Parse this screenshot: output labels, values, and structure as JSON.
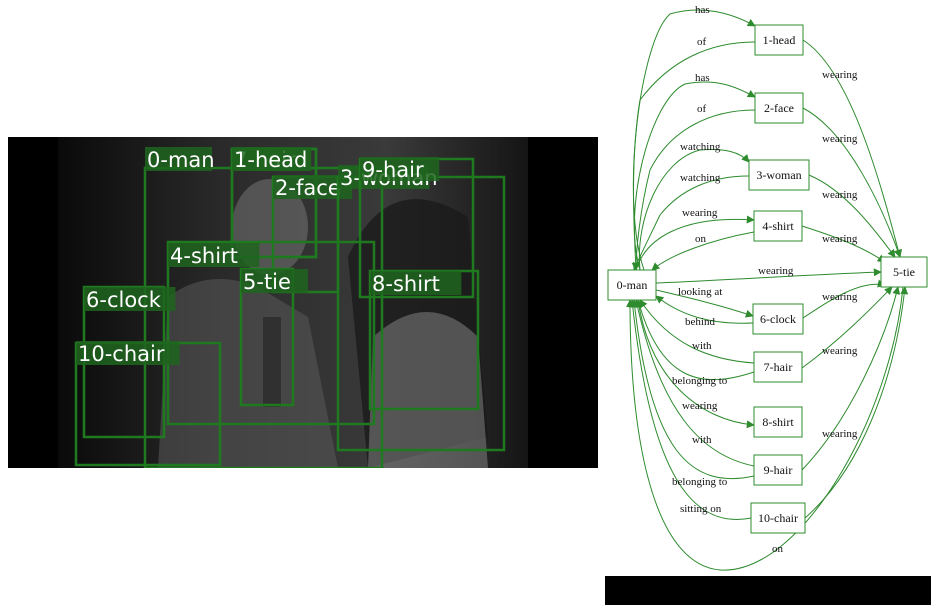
{
  "image_regions": [
    {
      "label": "0-man"
    },
    {
      "label": "7-hair"
    },
    {
      "label": "1-head"
    },
    {
      "label": "2-face"
    },
    {
      "label": "3-woman"
    },
    {
      "label": "9-hair"
    },
    {
      "label": "4-shirt"
    },
    {
      "label": "5-tie"
    },
    {
      "label": "8-shirt"
    },
    {
      "label": "6-clock"
    },
    {
      "label": "10-chair"
    }
  ],
  "graph": {
    "nodes": [
      {
        "id": "0",
        "label": "0-man"
      },
      {
        "id": "1",
        "label": "1-head"
      },
      {
        "id": "2",
        "label": "2-face"
      },
      {
        "id": "3",
        "label": "3-woman"
      },
      {
        "id": "4",
        "label": "4-shirt"
      },
      {
        "id": "5",
        "label": "5-tie"
      },
      {
        "id": "6",
        "label": "6-clock"
      },
      {
        "id": "7",
        "label": "7-hair"
      },
      {
        "id": "8",
        "label": "8-shirt"
      },
      {
        "id": "9",
        "label": "9-hair"
      },
      {
        "id": "10",
        "label": "10-chair"
      }
    ],
    "edges": [
      {
        "from": "0",
        "to": "1",
        "label": "has"
      },
      {
        "from": "1",
        "to": "0",
        "label": "of"
      },
      {
        "from": "0",
        "to": "2",
        "label": "has"
      },
      {
        "from": "2",
        "to": "0",
        "label": "of"
      },
      {
        "from": "0",
        "to": "3",
        "label": "watching"
      },
      {
        "from": "3",
        "to": "0",
        "label": "watching"
      },
      {
        "from": "0",
        "to": "4",
        "label": "wearing"
      },
      {
        "from": "4",
        "to": "0",
        "label": "on"
      },
      {
        "from": "0",
        "to": "5",
        "label": "wearing"
      },
      {
        "from": "0",
        "to": "6",
        "label": "looking at"
      },
      {
        "from": "6",
        "to": "0",
        "label": "behind"
      },
      {
        "from": "7",
        "to": "0",
        "label": "with"
      },
      {
        "from": "7",
        "to": "0",
        "label": "belonging to"
      },
      {
        "from": "0",
        "to": "8",
        "label": "wearing"
      },
      {
        "from": "9",
        "to": "0",
        "label": "with"
      },
      {
        "from": "9",
        "to": "0",
        "label": "belonging to"
      },
      {
        "from": "10",
        "to": "0",
        "label": "sitting on"
      },
      {
        "from": "5",
        "to": "0",
        "label": "on"
      },
      {
        "from": "1",
        "to": "5",
        "label": "wearing"
      },
      {
        "from": "2",
        "to": "5",
        "label": "wearing"
      },
      {
        "from": "3",
        "to": "5",
        "label": "wearing"
      },
      {
        "from": "4",
        "to": "5",
        "label": "wearing"
      },
      {
        "from": "6",
        "to": "5",
        "label": "wearing"
      },
      {
        "from": "7",
        "to": "5",
        "label": "wearing"
      },
      {
        "from": "9",
        "to": "5",
        "label": "wearing"
      },
      {
        "from": "10",
        "to": "5",
        "label": "wearing"
      }
    ]
  },
  "colors": {
    "box_stroke": "#1f7a1f",
    "label_bg": "#1e641e",
    "edge": "#2e8b2e",
    "node_stroke": "#2e8b2e"
  }
}
